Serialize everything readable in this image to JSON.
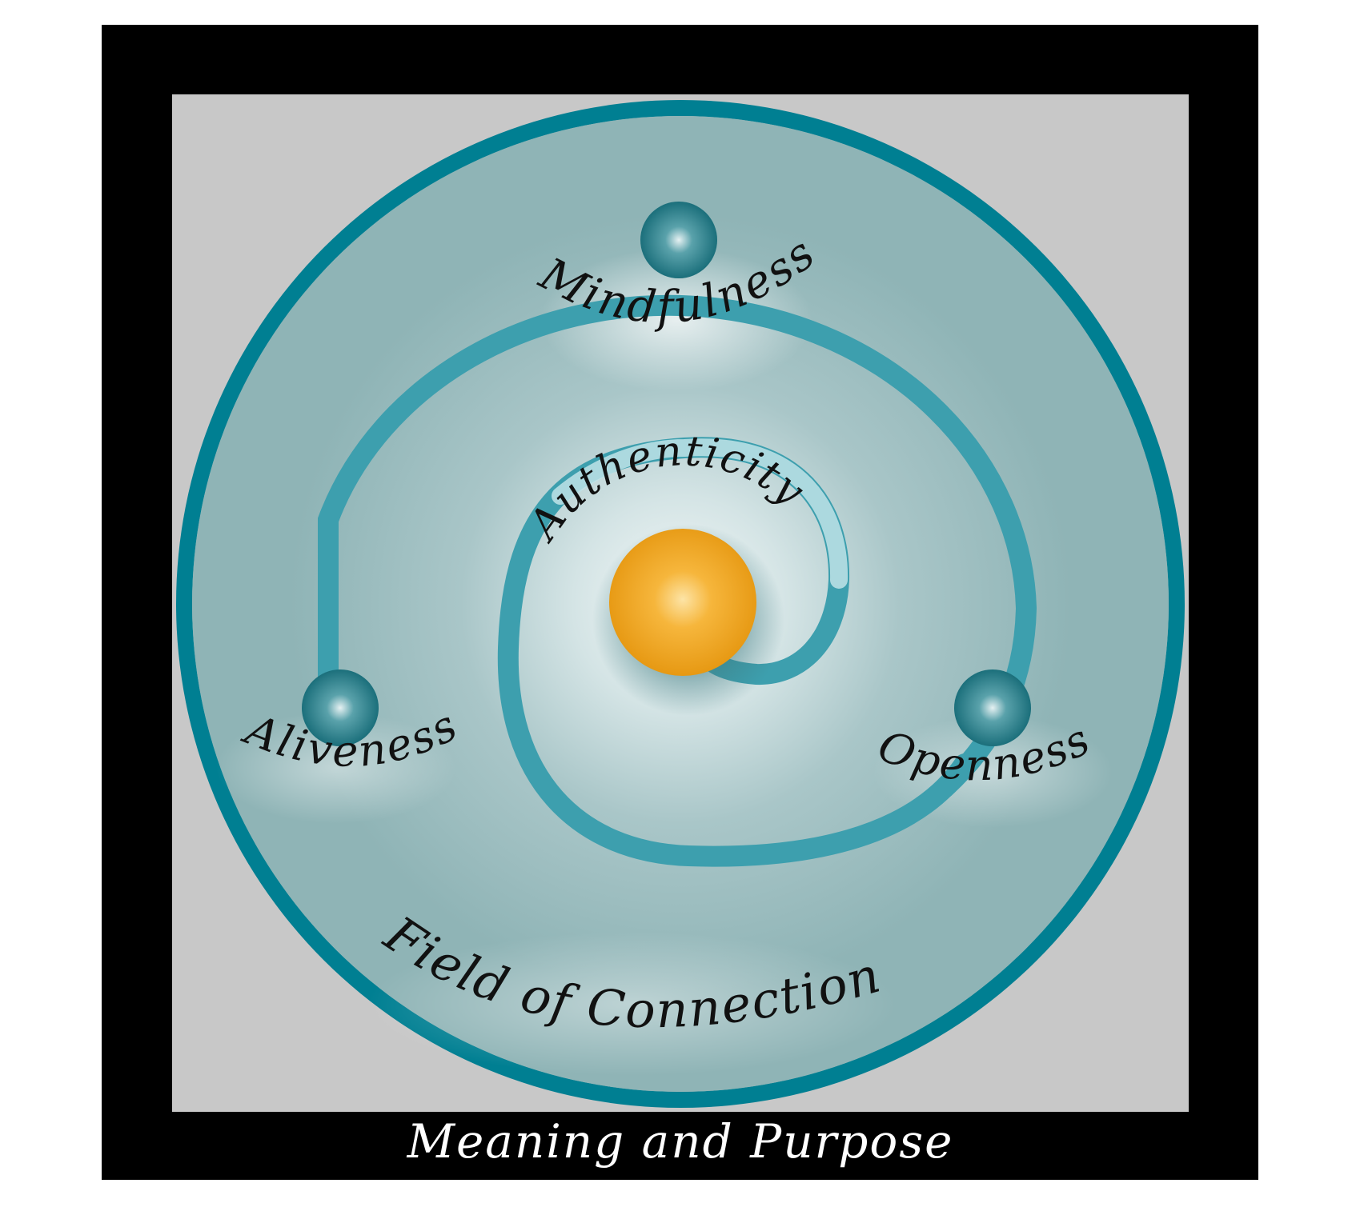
{
  "diagram": {
    "labels": {
      "center": "Authenticity",
      "top": "Mindfulness",
      "left": "Aliveness",
      "right": "Openness",
      "field": "Field of Connection",
      "footer": "Meaning and Purpose"
    },
    "colors": {
      "frame": "#000000",
      "panel": "#c8c8c8",
      "ring": "#007f92",
      "disc": "#8fb4b6",
      "spiral": "#2a97a8",
      "node": "#1f7e8a",
      "sun": "#f1a21a",
      "text": "#111111",
      "footer_text": "#ffffff"
    }
  }
}
